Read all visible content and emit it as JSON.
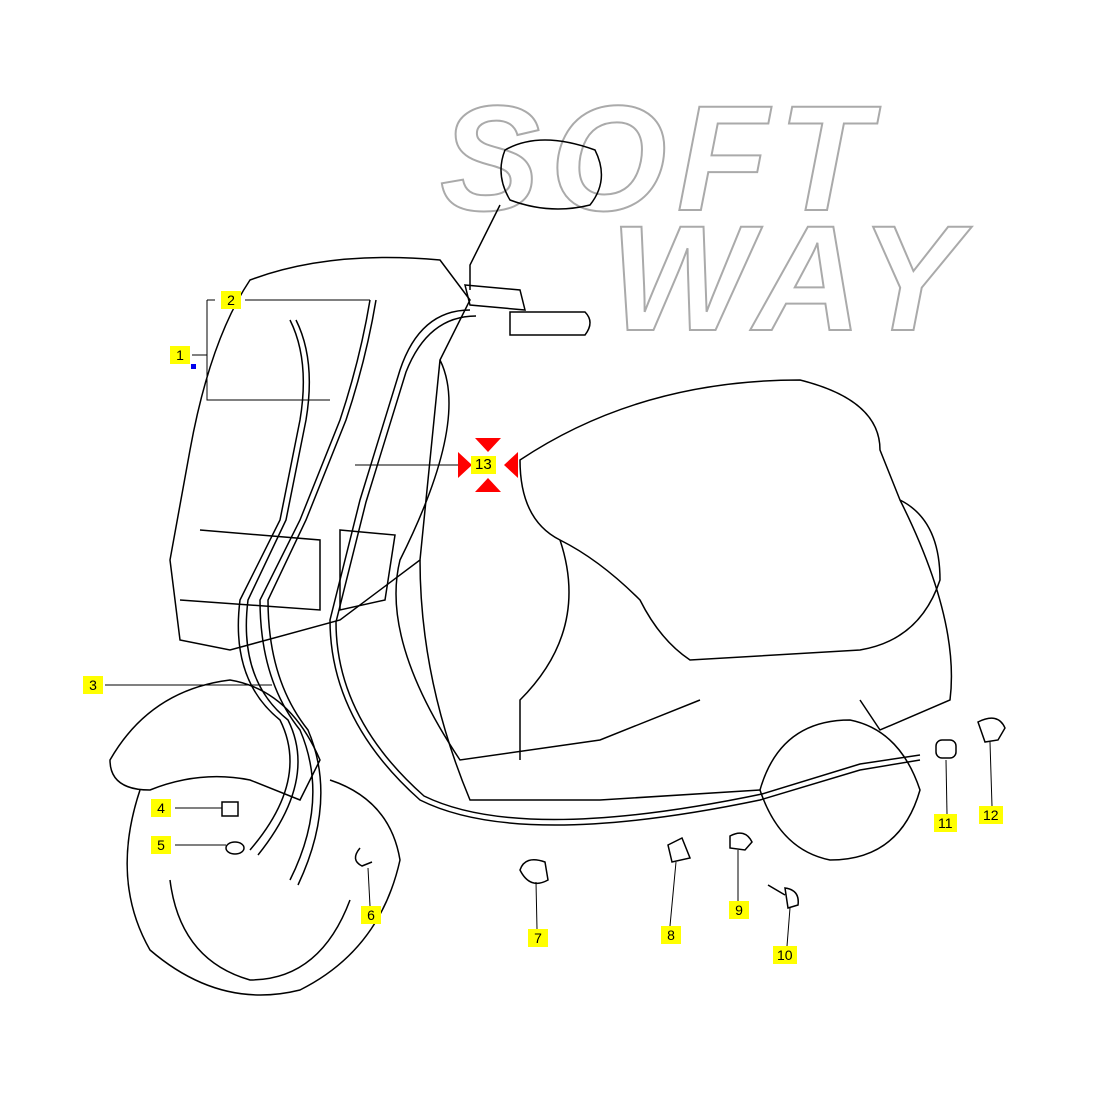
{
  "diagram": {
    "logo_text": "SOFT WAY",
    "labels": [
      "1",
      "2",
      "3",
      "4",
      "5",
      "6",
      "7",
      "8",
      "9",
      "10",
      "11",
      "12",
      "13"
    ],
    "highlighted_label": "13",
    "colors": {
      "label_bg": "#ffff00",
      "highlight": "#ff0000",
      "line": "#000000",
      "logo": "#999999"
    }
  }
}
